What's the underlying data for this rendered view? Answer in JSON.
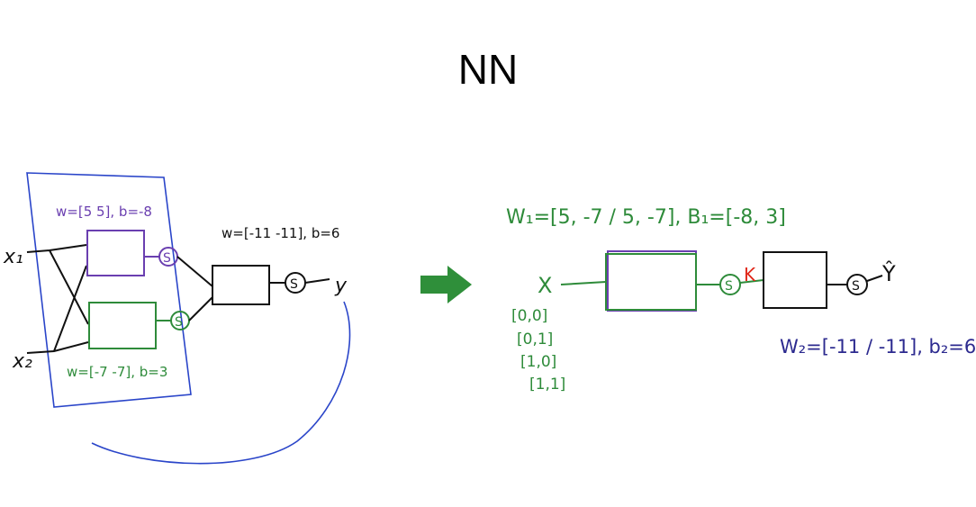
{
  "title": "NN",
  "colors": {
    "ink": "#111111",
    "purple": "#6a3fb0",
    "green": "#2e8b3a",
    "blue": "#2a45c9",
    "navy": "#2c2a8f",
    "red": "#e0281a",
    "arrow": "#2f8f3a"
  },
  "left_diagram": {
    "input_1": "x₁",
    "input_2": "x₂",
    "top_neuron_weights": "w=[5 5], b=-8",
    "bottom_neuron_weights": "w=[-7 -7], b=3",
    "output_neuron_weights": "w=[-11 -11], b=6",
    "sigmoid_symbol": "S",
    "output_label": "y"
  },
  "right_diagram": {
    "layer1_weights": "W₁=[5, -7 / 5, -7], B₁=[-8, 3]",
    "input_label": "X",
    "input_rows": [
      "[0,0]",
      "[0,1]",
      "[1,0]",
      "[1,1]"
    ],
    "hidden_label": "K",
    "sigmoid_symbol": "S",
    "output_label": "Ŷ",
    "layer2_weights": "W₂=[-11 / -11], b₂=6"
  }
}
